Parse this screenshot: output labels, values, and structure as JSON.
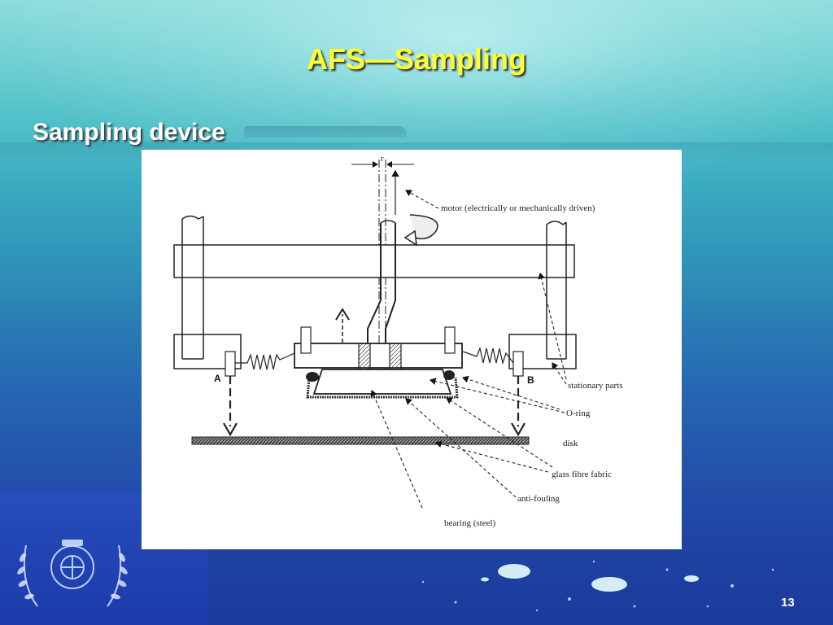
{
  "slide": {
    "title": "AFS—Sampling",
    "subtitle": "Sampling device",
    "page_number": "13"
  },
  "diagram": {
    "labels": {
      "r": "r",
      "motor": "motor (electrically  or mechanically driven)",
      "stationary": "stationary parts",
      "oring": "O-ring",
      "disk": "disk",
      "fabric": "glass fibre fabric",
      "antifouling": "anti-fouling",
      "bearing": "bearing (steel)",
      "a": "A",
      "b": "B"
    }
  },
  "colors": {
    "title": "#ffff33",
    "subtitle": "#ffffff",
    "page_number": "#ffffff"
  },
  "icons": {
    "logo": "laurel-emblem-icon"
  }
}
